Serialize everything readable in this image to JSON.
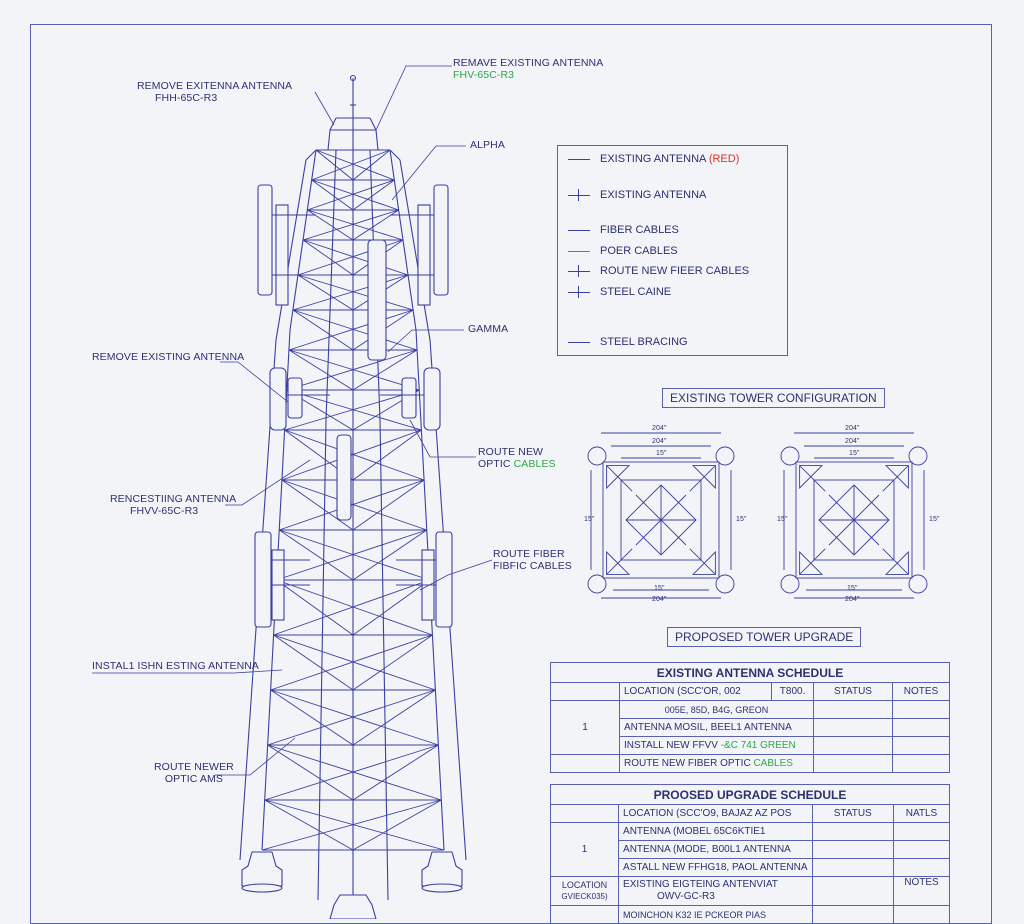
{
  "colors": {
    "line": "#3a40a0",
    "green": "#2aa844",
    "red": "#d9302a",
    "background": "#f3f4f7"
  },
  "labels": {
    "remove_top_left_1": "REMOVE EXITENNA ANTENNA",
    "remove_top_left_2": "FHH-65C-R3",
    "remove_top_right_1": "REMAVE EXISTING ANTENNA",
    "remove_top_right_2": "FHV-65C-R3",
    "alpha": "ALPHA",
    "gamma": "GAMMA",
    "remove_existing": "REMOVE EXISTING ANTENNA",
    "route_new_1": "ROUTE NEW",
    "route_new_2a": "OPTIC ",
    "route_new_2b": "CABLES",
    "renc_1": "RENCESTIING ANTENNA",
    "renc_2": "FHVV-65C-R3",
    "route_fiber_1": "ROUTE FIBER",
    "route_fiber_2": "FIBFIC CABLES",
    "install": "INSTAL1 ISHN ESTING ANTENNA",
    "route_never_1": "ROUTE NEWER",
    "route_never_2": "OPTIC AMS"
  },
  "legend": {
    "rows": [
      {
        "text": "EXISTING ANTENNA",
        "suffix": "(RED)",
        "mark": "line"
      },
      {
        "text": "EXISTING ANTENNA",
        "suffix": "",
        "mark": "cross"
      },
      {
        "text": "FIBER CABLES",
        "suffix": "",
        "mark": "line"
      },
      {
        "text": "POER CABLES",
        "suffix": "",
        "mark": "line-green"
      },
      {
        "text": "ROUTE NEW FIEER CABLES",
        "suffix": "",
        "mark": "cross"
      },
      {
        "text": "STEEL CAINE",
        "suffix": "",
        "mark": "cross"
      },
      {
        "text": "STEEL BRACING",
        "suffix": "",
        "mark": "line"
      }
    ]
  },
  "existing_config_label": "EXISTING TOWER CONFIGURATION",
  "proposed_upgrade_label": "PROPOSED TOWER UPGRADE",
  "plan_dims": {
    "top1": "204\"",
    "top2": "204\"",
    "top3": "15\"",
    "bottom1": "15\"",
    "bottom2": "204\"",
    "side_left": "15\"",
    "side_right": "15\""
  },
  "existing_schedule": {
    "title": "EXISTING ANTENNA SCHEDULE",
    "headers": [
      "LOCATION (SCC'OR, 002",
      "T800.",
      "STATUS",
      "NOTES"
    ],
    "row_number": "1",
    "rows": [
      {
        "a": "005E, 85D, B4G, GREON",
        "b": ""
      },
      {
        "a": "ANTENNA MOSIL, BEEL1 ANTENNA",
        "b": ""
      },
      {
        "a": "INSTALL NEW FFVV ",
        "b": "-&C 741 GREEN"
      },
      {
        "a": "ROUTE NEW FIBER OPTIC ",
        "b": "CABLES"
      }
    ]
  },
  "proposed_schedule": {
    "title": "PROOSED UPGRADE SCHEDULE",
    "headers": [
      "LOCATION (SCC'O9, BAJAZ AZ POS",
      "STATUS",
      "NATLS"
    ],
    "row_number": "1",
    "rows": [
      "ANTENNA (MOBEL 65C6KTIE1",
      "ANTENNA (MODE, B00L1 ANTENNA",
      "ASTALL NEW FFHG18, PAOL ANTENNA"
    ],
    "location_label_1": "LOCATION",
    "location_label_2": "GVIECK035)",
    "extra_row_1": "EXISTING EIGTEING ANTENVIAT",
    "extra_row_2": "OWV-GC-R3",
    "extra_notes": "NOTES",
    "last_row": "MOINCHON K32 IE PCKEOR PIAS"
  }
}
